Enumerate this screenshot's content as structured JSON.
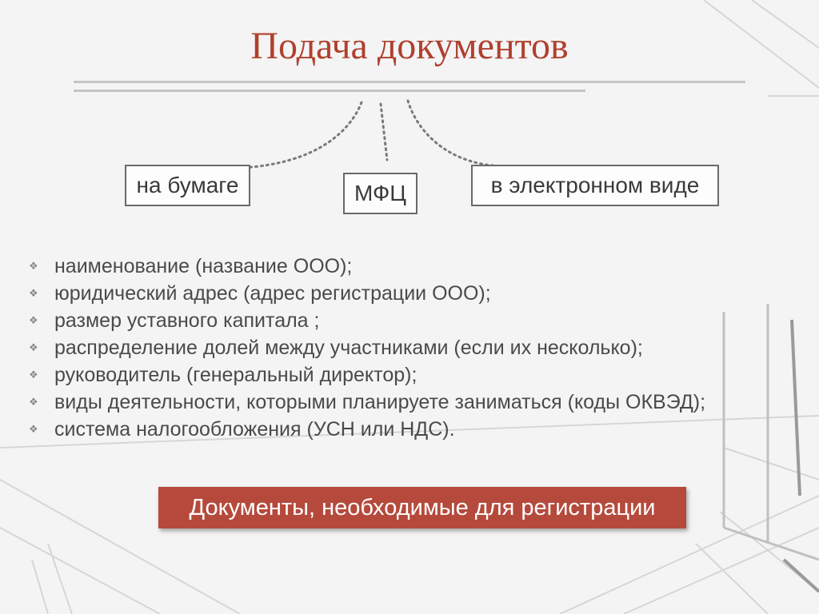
{
  "title": "Подача документов",
  "methods": {
    "paper": "на бумаге",
    "mfc": "МФЦ",
    "electronic": "в электронном виде"
  },
  "list_bullet": "❖",
  "items": [
    "наименование (название ООО);",
    "юридический адрес (адрес регистрации ООО);",
    "размер уставного капитала ;",
    "распределение долей между участниками (если их несколько);",
    "руководитель (генеральный директор);",
    "виды деятельности, которыми планируете заниматься (коды ОКВЭД);",
    "система налогообложения (УСН или НДС)."
  ],
  "banner": "Документы, необходимые для регистрации",
  "colors": {
    "title": "#b0402e",
    "banner_bg": "#b54a3c",
    "connector": "#7a7a7a"
  }
}
